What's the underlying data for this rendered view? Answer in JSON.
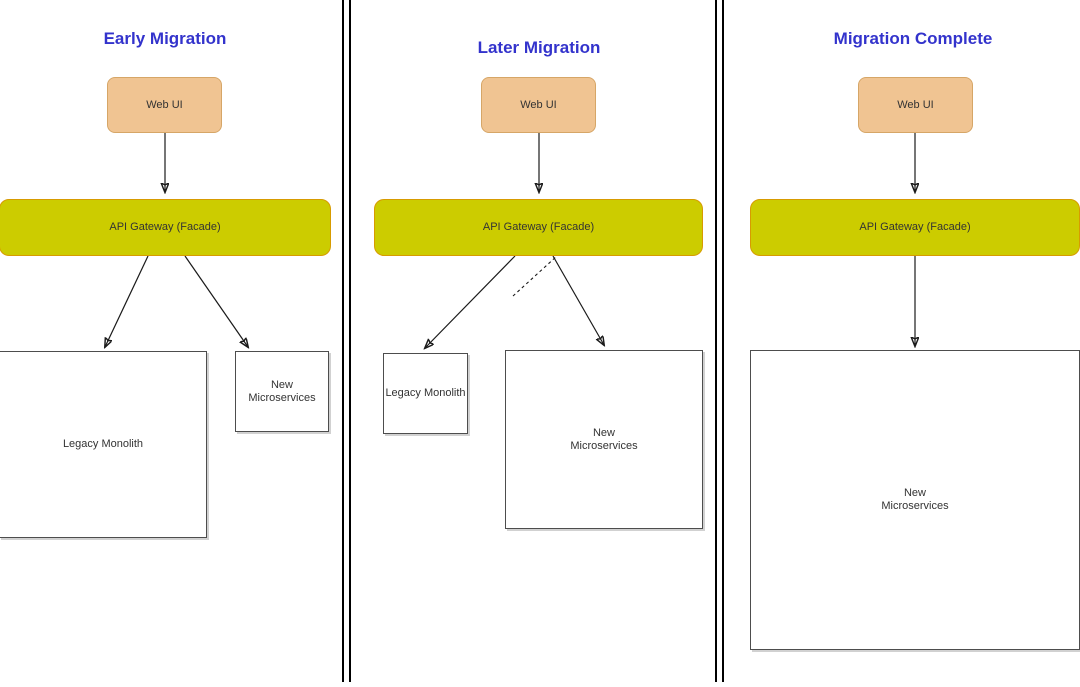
{
  "diagram": {
    "title_color": "#3333cc",
    "background": "#ffffff"
  },
  "panels": [
    {
      "id": "early-migration",
      "title": "Early Migration",
      "nodes": {
        "web_ui": "Web UI",
        "gateway": "API Gateway (Facade)",
        "legacy": "Legacy Monolith",
        "microservices_line1": "New",
        "microservices_line2": "Microservices"
      }
    },
    {
      "id": "later-migration",
      "title": "Later Migration",
      "nodes": {
        "web_ui": "Web UI",
        "gateway": "API Gateway (Facade)",
        "legacy": "Legacy Monolith",
        "microservices_line1": "New",
        "microservices_line2": "Microservices"
      }
    },
    {
      "id": "migration-complete",
      "title": "Migration Complete",
      "nodes": {
        "web_ui": "Web UI",
        "gateway": "API Gateway (Facade)",
        "microservices_line1": "New",
        "microservices_line2": "Microservices"
      }
    }
  ],
  "colors": {
    "web_ui_fill": "#f0c492",
    "web_ui_stroke": "#d6a667",
    "gateway_fill": "#cccc00",
    "gateway_stroke": "#d79b00",
    "box_stroke": "#4d4d4d",
    "edge_stroke": "#1a1a1a",
    "title": "#3333cc"
  }
}
